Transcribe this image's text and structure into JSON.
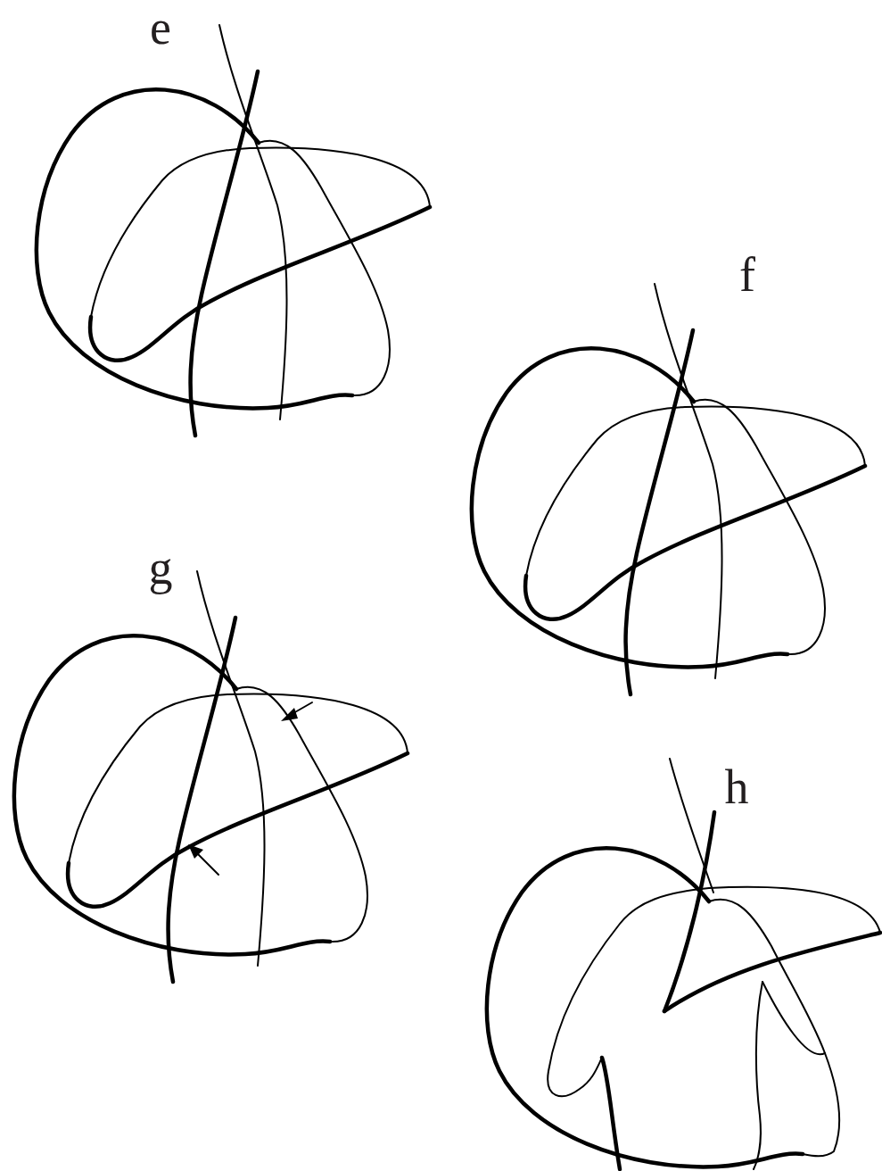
{
  "diagram": {
    "labels": [
      "e",
      "f",
      "g",
      "h"
    ]
  }
}
